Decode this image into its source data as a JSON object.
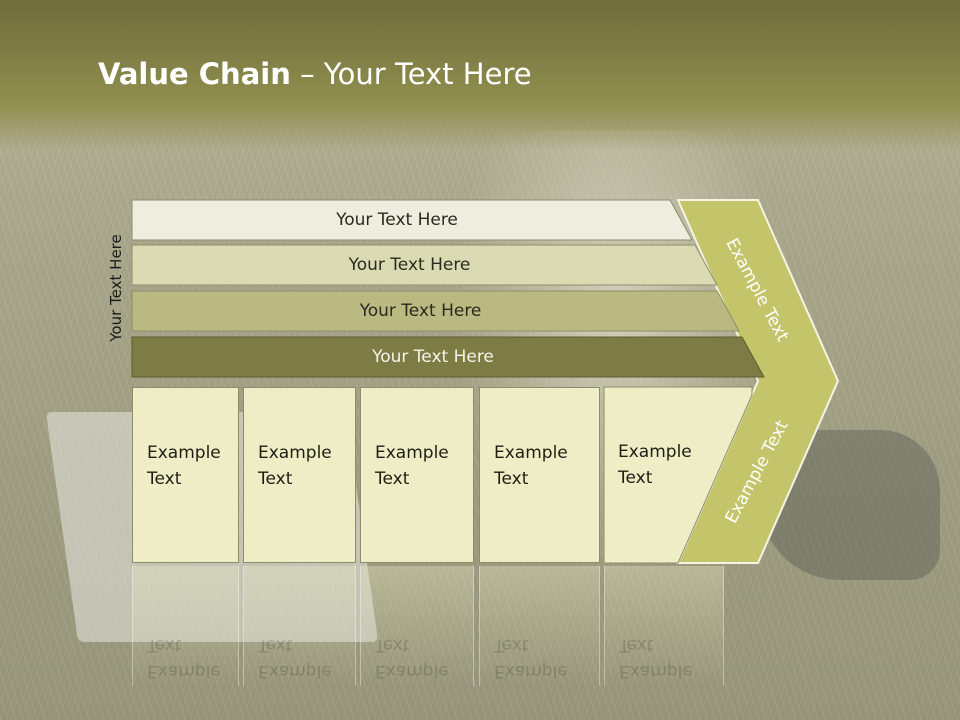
{
  "title": {
    "bold": "Value Chain",
    "rest": " – Your Text Here"
  },
  "side_label": "Your Text Here",
  "bars": [
    {
      "label": "Your Text Here",
      "color": "#eeeee0"
    },
    {
      "label": "Your Text Here",
      "color": "#dadbb2"
    },
    {
      "label": "Your Text Here",
      "color": "#b9b981"
    },
    {
      "label": "Your Text Here",
      "color": "#7d7c45"
    }
  ],
  "columns": [
    {
      "label": "Example\nText"
    },
    {
      "label": "Example\nText"
    },
    {
      "label": "Example\nText"
    },
    {
      "label": "Example\nText"
    },
    {
      "label": "Example\nText"
    }
  ],
  "arrow": {
    "top_label": "Example Text",
    "bottom_label": "Example Text",
    "color": "#c4c46a"
  },
  "colors": {
    "column_fill": "#eeedc6",
    "header": "#7f7d45"
  }
}
